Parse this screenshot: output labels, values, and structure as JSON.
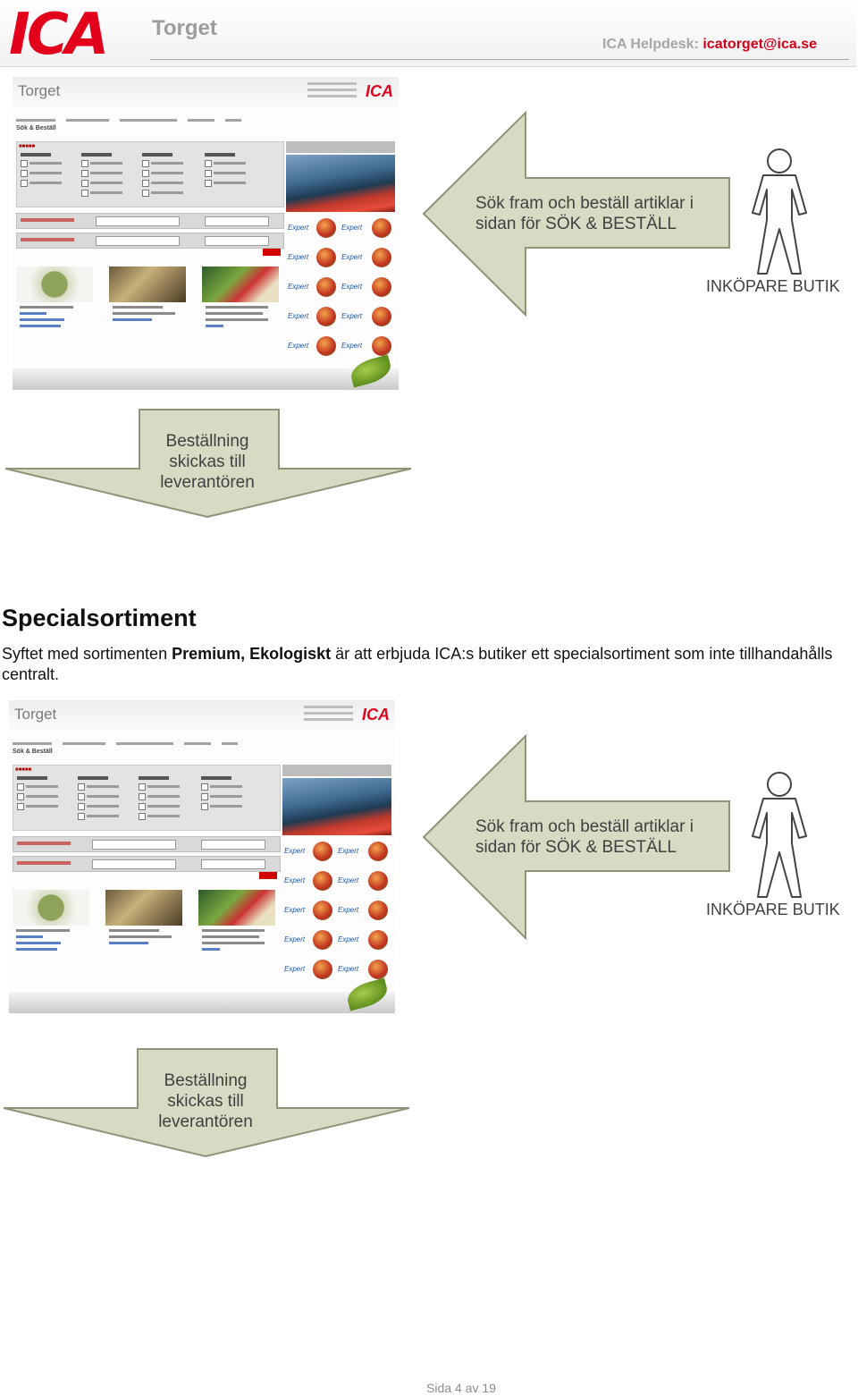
{
  "header": {
    "logo_text": "ICA",
    "title": "Torget",
    "helpdesk_label": "ICA Helpdesk:",
    "helpdesk_email": "icatorget@ica.se",
    "colors": {
      "brand_red": "#e3001b",
      "header_grey": "#9d9d9d"
    }
  },
  "screenshot": {
    "title": "Torget",
    "logo_text": "ICA",
    "section_label": "Sök & Beställ",
    "expert_label": "Expert"
  },
  "diagram": {
    "arrow_left_line1": "Sök fram och beställ artiklar i",
    "arrow_left_line2": "sidan för SÖK & BESTÄLL",
    "buyer_label": "INKÖPARE BUTIK",
    "arrow_down_line1": "Beställning",
    "arrow_down_line2": "skickas till",
    "arrow_down_line3": "leverantören",
    "arrow_fill": "#d6dcc4"
  },
  "section": {
    "title": "Specialsortiment",
    "body_pre": "Syftet med sortimenten ",
    "body_bold": "Premium, Ekologiskt",
    "body_post": " är att erbjuda ICA:s butiker ett specialsortiment som inte tillhandahålls centralt."
  },
  "footer": {
    "page_text": "Sida 4 av 19"
  }
}
